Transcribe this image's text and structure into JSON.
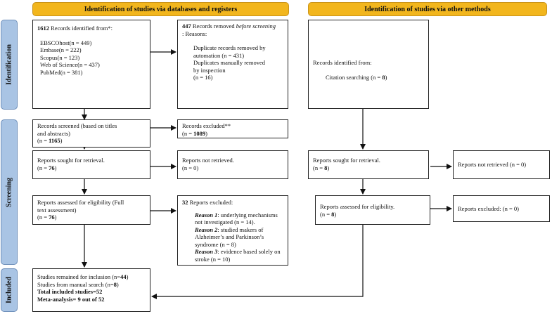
{
  "headers": {
    "left": "Identification of studies via databases and registers",
    "right": "Identification of studies via other methods"
  },
  "stages": {
    "identification": "Identification",
    "screening": "Screening",
    "included": "Included"
  },
  "records_identified": {
    "count": "1612",
    "text": " Records identified from*:",
    "sources": [
      {
        "name": "EBSCOhost",
        "n": "(n = 449)"
      },
      {
        "name": "Embase",
        "n": "(n = 222)"
      },
      {
        "name": "Scopus",
        "n": "(n = 123)"
      },
      {
        "name": "Web of Science",
        "n": "(n = 437)"
      },
      {
        "name": "PubMed",
        "n": "(n = 381)"
      }
    ]
  },
  "records_removed": {
    "count": "447",
    "text_a": " Records removed ",
    "text_b": "before screening",
    "text_c": ": Reasons:",
    "line1": "Duplicate records removed by",
    "line2": "automation (n = 431)",
    "line3": "Duplicates manually removed",
    "line4": "by inspection",
    "line5": "(n = 16)"
  },
  "other_identified": {
    "line1": "Records identified from:",
    "line2a": "Citation searching (n = ",
    "line2b": "8",
    "line2c": ")"
  },
  "screened": {
    "line1": "Records screened (based on titles",
    "line2": "and abstracts)",
    "line3a": "(n = ",
    "line3b": "1165",
    "line3c": ")"
  },
  "excluded": {
    "line1": "Records excluded**",
    "line2a": "(n = ",
    "line2b": "1089",
    "line2c": ")"
  },
  "sought_left": {
    "line1": "Reports sought for retrieval.",
    "line2a": "(n = ",
    "line2b": "76",
    "line2c": ")"
  },
  "not_retrieved_left": {
    "line1": "Reports not retrieved.",
    "line2": "(n = 0)"
  },
  "sought_right": {
    "line1": "Reports sought for retrieval.",
    "line2a": "(n = ",
    "line2b": "8",
    "line2c": ")"
  },
  "not_retrieved_right": "Reports not retrieved (n = 0)",
  "assessed_left": {
    "line1": "Reports assessed for eligibility (Full",
    "line2": "text assessment)",
    "line3a": "(n = ",
    "line3b": "76",
    "line3c": ")"
  },
  "reports_excluded": {
    "count": "32",
    "title": " Reports excluded:",
    "r1_label": "Reason 1",
    "r1_line1": ": underlying mechanisms",
    "r1_line2": "not investigated (n = 14).",
    "r2_label": "Reason 2",
    "r2_line1": ": studied makers of",
    "r2_line2": "Alzheimer’s and Parkinson’s",
    "r2_line3": "syndrome (n = 8)",
    "r3_label": "Reason 3",
    "r3_line1": ": evidence based solely on",
    "r3_line2": "stroke (n = 10)"
  },
  "assessed_right": {
    "line1": "Reports assessed for eligibility.",
    "line2a": "(n = ",
    "line2b": "8",
    "line2c": ")"
  },
  "excluded_right": "Reports excluded: (n = 0)",
  "included": {
    "line1a": "Studies remained for inclusion (n=",
    "line1b": "44",
    "line1c": ")",
    "line2a": "Studies from manual search (n=",
    "line2b": "8",
    "line2c": ")",
    "line3": "Total included studies=52",
    "line4": "Meta-analysis= 9 out of 52"
  }
}
